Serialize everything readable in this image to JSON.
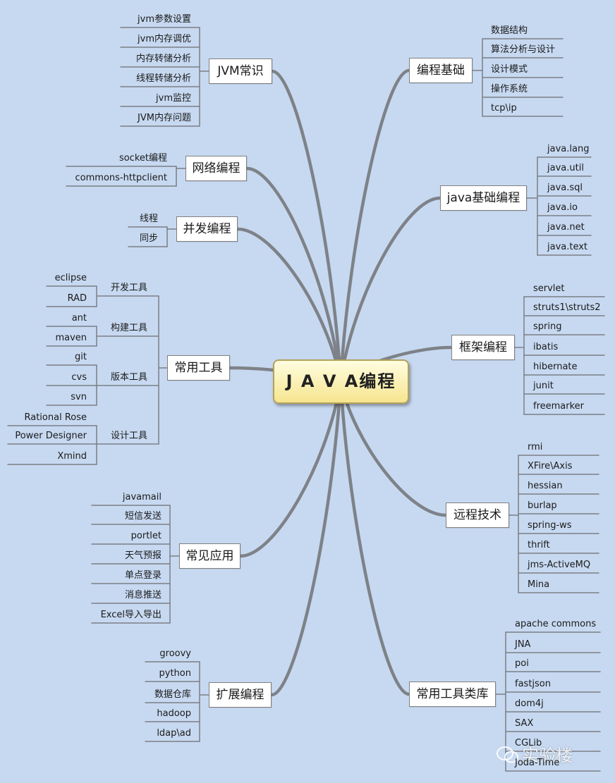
{
  "center": "J A V A编程",
  "watermark": "实验楼",
  "colors": {
    "background": "#c7d9f1",
    "connector": "#7b7f86",
    "center_fill": "#f6e58f"
  },
  "branches": [
    {
      "id": "jvm",
      "label": "JVM常识",
      "leaves": [
        "jvm参数设置",
        "jvm内存调优",
        "内存转储分析",
        "线程转储分析",
        "jvm监控",
        "JVM内存问题"
      ]
    },
    {
      "id": "net",
      "label": "网络编程",
      "leaves": [
        "socket编程",
        "commons-httpclient"
      ]
    },
    {
      "id": "conc",
      "label": "并发编程",
      "leaves": [
        "线程",
        "同步"
      ]
    },
    {
      "id": "tools",
      "label": "常用工具",
      "groups": [
        {
          "label": "开发工具",
          "leaves": [
            "eclipse",
            "RAD"
          ]
        },
        {
          "label": "构建工具",
          "leaves": [
            "ant",
            "maven"
          ]
        },
        {
          "label": "版本工具",
          "leaves": [
            "git",
            "cvs",
            "svn"
          ]
        },
        {
          "label": "设计工具",
          "leaves": [
            "Rational Rose",
            "Power Designer",
            "Xmind"
          ]
        }
      ]
    },
    {
      "id": "apps",
      "label": "常见应用",
      "leaves": [
        "javamail",
        "短信发送",
        "portlet",
        "天气预报",
        "单点登录",
        "消息推送",
        "Excel导入导出"
      ]
    },
    {
      "id": "ext",
      "label": "扩展编程",
      "leaves": [
        "groovy",
        "python",
        "数据仓库",
        "hadoop",
        "ldap\\ad"
      ]
    },
    {
      "id": "basic",
      "label": "编程基础",
      "leaves": [
        "数据结构",
        "算法分析与设计",
        "设计模式",
        "操作系统",
        "tcp\\ip"
      ]
    },
    {
      "id": "javabase",
      "label": "java基础编程",
      "leaves": [
        "java.lang",
        "java.util",
        "java.sql",
        "java.io",
        "java.net",
        "java.text"
      ]
    },
    {
      "id": "framework",
      "label": "框架编程",
      "leaves": [
        "servlet",
        "struts1\\struts2",
        "spring",
        "ibatis",
        "hibernate",
        "junit",
        "freemarker"
      ]
    },
    {
      "id": "remote",
      "label": "远程技术",
      "leaves": [
        "rmi",
        "XFire\\Axis",
        "hessian",
        "burlap",
        "spring-ws",
        "thrift",
        "jms-ActiveMQ",
        "Mina"
      ]
    },
    {
      "id": "libs",
      "label": "常用工具类库",
      "leaves": [
        "apache commons",
        "JNA",
        "poi",
        "fastjson",
        "dom4j",
        "SAX",
        "CGLib",
        "Joda-Time"
      ]
    }
  ]
}
